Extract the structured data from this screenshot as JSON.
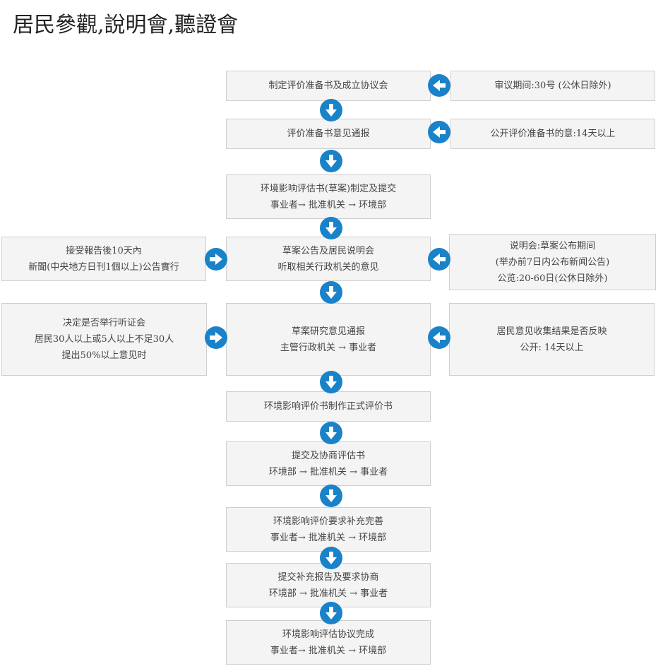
{
  "title": "居民參觀,說明會,聽證會",
  "main_steps": [
    {
      "lines": [
        "制定评价准备书及成立协议会"
      ]
    },
    {
      "lines": [
        "评价准备书意见通报"
      ]
    },
    {
      "lines": [
        "环境影响评估书(草案)制定及提交",
        "事业者→ 批准机关 → 环境部"
      ]
    },
    {
      "lines": [
        "草案公告及居民说明会",
        "听取相关行政机关的意见"
      ]
    },
    {
      "lines": [
        "草案研究意见通报",
        "主管行政机关 → 事业者"
      ]
    },
    {
      "lines": [
        "环境影响评价书制作正式评价书"
      ]
    },
    {
      "lines": [
        "提交及协商评估书",
        "环境部 → 批准机关 → 事业者"
      ]
    },
    {
      "lines": [
        "环境影响评价要求补充完善",
        "事业者→ 批准机关 → 环境部"
      ]
    },
    {
      "lines": [
        "提交补充报告及要求协商",
        "环境部 → 批准机关 → 事业者"
      ]
    },
    {
      "lines": [
        "环境影响评估协议完成",
        "事业者→ 批准机关 → 环境部"
      ]
    }
  ],
  "right_notes": [
    {
      "lines": [
        "审议期间:30号 (公休日除外)"
      ]
    },
    {
      "lines": [
        "公开评价准备书的意:14天以上"
      ]
    },
    {
      "lines": [
        "说明会:草案公布期间",
        "(举办前7日内公布新闻公告)",
        "公览:20-60日(公休日除外)"
      ]
    },
    {
      "lines": [
        "居民意见收集结果是否反映",
        "公开: 14天以上"
      ]
    }
  ],
  "left_notes": [
    {
      "lines": [
        "接受報告後10天內",
        "新聞(中央地方日刊1個以上)公告實行"
      ]
    },
    {
      "lines": [
        "决定是否举行听证会",
        "居民30人以上或5人以上不足30人",
        "提出50%以上意见时"
      ]
    }
  ],
  "colors": {
    "arrow": "#1a82c8",
    "box_bg": "#f4f4f4",
    "box_border": "#cfcfcf"
  },
  "icons": {
    "down": "arrow-down-icon",
    "left": "arrow-left-icon",
    "right": "arrow-right-icon"
  }
}
